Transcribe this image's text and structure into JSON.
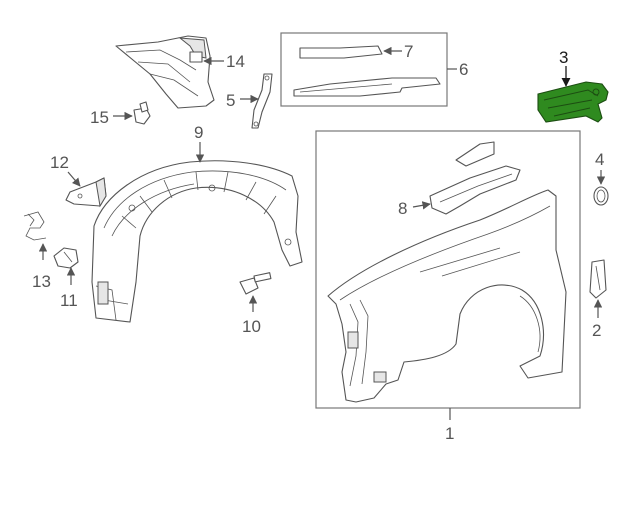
{
  "diagram": {
    "highlight_color": "#3a9a28",
    "line_color": "#555555",
    "callouts": [
      {
        "id": "c1",
        "label": "1"
      },
      {
        "id": "c2",
        "label": "2"
      },
      {
        "id": "c3",
        "label": "3",
        "highlighted": true
      },
      {
        "id": "c4",
        "label": "4"
      },
      {
        "id": "c5",
        "label": "5"
      },
      {
        "id": "c6",
        "label": "6"
      },
      {
        "id": "c7",
        "label": "7"
      },
      {
        "id": "c8",
        "label": "8"
      },
      {
        "id": "c9",
        "label": "9"
      },
      {
        "id": "c10",
        "label": "10"
      },
      {
        "id": "c11",
        "label": "11"
      },
      {
        "id": "c12",
        "label": "12"
      },
      {
        "id": "c13",
        "label": "13"
      },
      {
        "id": "c14",
        "label": "14"
      },
      {
        "id": "c15",
        "label": "15"
      }
    ]
  }
}
